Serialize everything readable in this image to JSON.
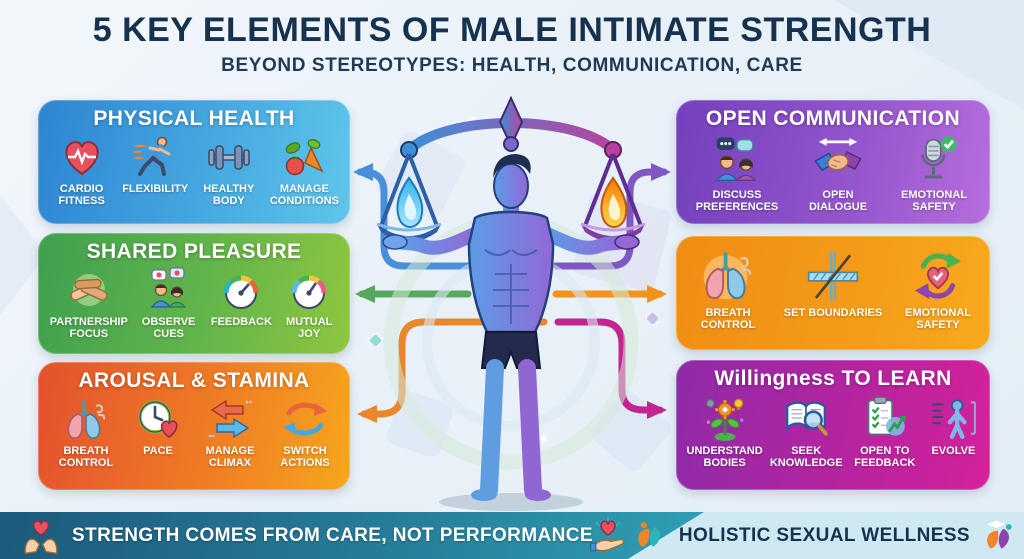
{
  "header": {
    "title": "5 KEY ELEMENTS OF MALE INTIMATE STRENGTH",
    "subtitle": "BEYOND STEREOTYPES: HEALTH, COMMUNICATION, CARE"
  },
  "panels": [
    {
      "id": "physical-health",
      "title": "PHYSICAL HEALTH",
      "color_from": "#2e85d3",
      "color_to": "#5ec6ea",
      "items": [
        {
          "label": "CARDIO FITNESS",
          "icon": "heart-pulse"
        },
        {
          "label": "FLEXIBILITY",
          "icon": "runner"
        },
        {
          "label": "HEALTHY BODY",
          "icon": "dumbbell"
        },
        {
          "label": "MANAGE CONDITIONS",
          "icon": "vegetables"
        }
      ]
    },
    {
      "id": "shared-pleasure",
      "title": "SHARED PLEASURE",
      "color_from": "#3fa04f",
      "color_to": "#8ec63f",
      "items": [
        {
          "label": "PARTNERSHIP FOCUS",
          "icon": "hands-stack"
        },
        {
          "label": "OBSERVE CUES",
          "icon": "couple-hearts"
        },
        {
          "label": "FEEDBACK",
          "icon": "gauge"
        },
        {
          "label": "MUTUAL JOY",
          "icon": "gauge"
        }
      ]
    },
    {
      "id": "arousal-stamina",
      "title": "AROUSAL & STAMINA",
      "color_from": "#e4512e",
      "color_to": "#f7a61d",
      "items": [
        {
          "label": "BREATH CONTROL",
          "icon": "lungs"
        },
        {
          "label": "PACE",
          "icon": "clock-heart"
        },
        {
          "label": "MANAGE CLIMAX",
          "icon": "arrows-left-right"
        },
        {
          "label": "SWITCH ACTIONS",
          "icon": "swap-arrows"
        }
      ]
    },
    {
      "id": "open-communication",
      "title": "OPEN COMMUNICATION",
      "color_from": "#7340bd",
      "color_to": "#b76ddd",
      "items": [
        {
          "label": "DISCUSS PREFERENCES",
          "icon": "chat-people"
        },
        {
          "label": "OPEN DIALOGUE",
          "icon": "handshake-arrow"
        },
        {
          "label": "EMOTIONAL SAFETY",
          "icon": "microphone-check"
        }
      ]
    },
    {
      "id": "care-boundaries",
      "title": "",
      "color_from": "#ef8d14",
      "color_to": "#f8a91f",
      "items": [
        {
          "label": "BREATH CONTROL",
          "icon": "lungs"
        },
        {
          "label": "SET BOUNDARIES",
          "icon": "boundary-lines"
        },
        {
          "label": "EMOTIONAL SAFETY",
          "icon": "cycle-heart"
        }
      ]
    },
    {
      "id": "willingness-to-learn",
      "title": "Willingness TO LEARN",
      "color_from": "#8e2ba9",
      "color_to": "#d4219b",
      "items": [
        {
          "label": "UNDERSTAND BODIES",
          "icon": "plant-gears-bulb"
        },
        {
          "label": "SEEK KNOWLEDGE",
          "icon": "book-magnifier"
        },
        {
          "label": "OPEN TO FEEDBACK",
          "icon": "checklist-growth"
        },
        {
          "label": "EVOLVE",
          "icon": "person-evolve"
        }
      ]
    }
  ],
  "center": {
    "illustration": "man-holding-balance-scales",
    "left_flame_color": "#35b6f0",
    "right_flame_color": "#f57c00",
    "beam_color_left": "#3e8fd8",
    "beam_color_right": "#b8439e"
  },
  "footer": {
    "left_text": "STRENGTH COMES FROM CARE, NOT PERFORMANCE",
    "right_text": "HOLISTIC SEXUAL WELLNESS"
  },
  "colors": {
    "title_text": "#16324f",
    "background": "#edf4f9",
    "footer_dark_from": "#1d5a7c",
    "footer_dark_to": "#2f9fb4",
    "footer_light": "#cfe9f3"
  }
}
